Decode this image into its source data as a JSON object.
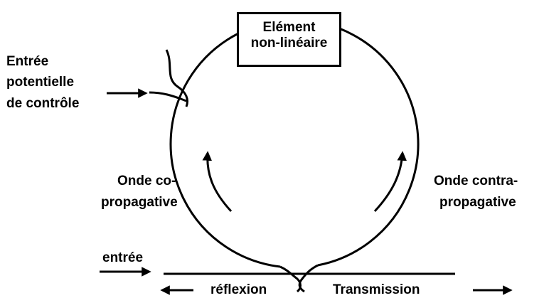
{
  "nonlinear_element": {
    "line1": "Elément",
    "line2": "non-linéaire"
  },
  "control_input": {
    "line1": "Entrée",
    "line2": "potentielle",
    "line3": "de contrôle"
  },
  "co_wave": {
    "line1": "Onde co-",
    "line2": "propagative"
  },
  "counter_wave": {
    "line1": "Onde contra-",
    "line2": "propagative"
  },
  "input_label": "entrée",
  "reflection_label": "réflexion",
  "transmission_label": "Transmission",
  "colors": {
    "ink": "#000000",
    "background": "#ffffff"
  }
}
